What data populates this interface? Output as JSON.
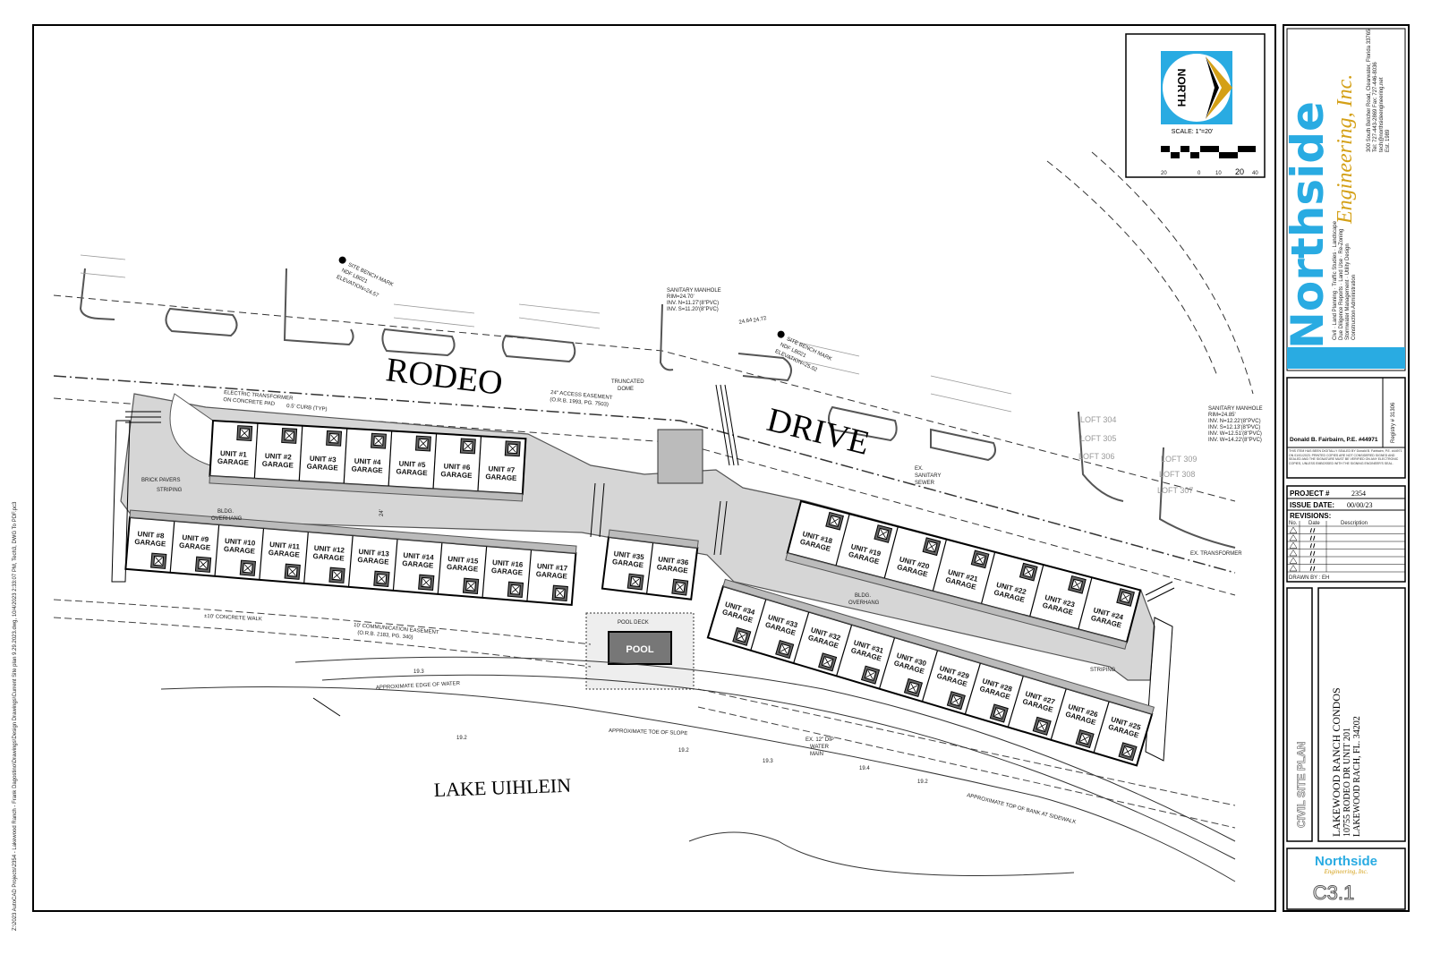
{
  "sheet": {
    "street_name_1": "RODEO",
    "street_name_2": "DRIVE",
    "lake_label": "LAKE UIHLEIN",
    "pool_label": "POOL",
    "pool_deck_label": "POOL DECK",
    "file_path": "Z:\\2023 AutoCAD Projects\\2354 - Lakewood Ranch - Frank Dagostino\\Drawings\\Design Drawings\\Current Site plan 9.29.2023.dwg, 10/4/2023 2:33:07 PM, Tech3, DWG To PDF.pc3"
  },
  "north_block": {
    "north_text": "NORTH",
    "scale_text": "SCALE: 1\"=20'",
    "scale_ticks": [
      "20",
      "0",
      "10",
      "20",
      "40"
    ],
    "colors": {
      "box": "#29abe2",
      "arrow": "#d4a017"
    }
  },
  "notes": {
    "benchmark_1": [
      "SITE BENCH MARK",
      "NDF LB021",
      "ELEVATION=24.57"
    ],
    "benchmark_2": [
      "SITE BENCH MARK",
      "NDF LB021",
      "ELEVATION=25.02"
    ],
    "manhole_1": [
      "SANITARY MANHOLE",
      "RIM=24.70'",
      "INV. N=11.27'(8\"PVC)",
      "INV. S=11.20'(8\"PVC)"
    ],
    "manhole_2": [
      "SANITARY MANHOLE",
      "RIM=24.85'",
      "INV. N=12.22'(8\"PVC)",
      "INV. S=12.13'(8\"PVC)",
      "INV. W=12.51'(8\"PVC)",
      "INV. W=14.22'(8\"PVC)"
    ],
    "elev_1": "24.64",
    "elev_2": "24.72",
    "access_easement": [
      "24\" ACCESS EASEMENT",
      "(O.R.B. 1993, PG. 7503)"
    ],
    "transformer": [
      "ELECTRIC TRANSFORMER",
      "ON CONCRETE PAD"
    ],
    "curb": "0.5' CURB    (TYP)",
    "truncated_dome": [
      "TRUNCATED",
      "DOME"
    ],
    "striping": "STRIPING",
    "overhang": [
      "BLDG.",
      "OVERHANG"
    ],
    "brick_pavers": "BRICK PAVERS",
    "concrete_walk": "±10' CONCRETE WALK",
    "comm_easement": [
      "10' COMMUNICATION EASEMENT",
      "(O.R.B. 2183, PG. 340)"
    ],
    "edge_of_water": "APPROXIMATE EDGE OF WATER",
    "toe_of_slope": "APPROXIMATE TOE OF SLOPE",
    "top_of_bank": "APPROXIMATE TOP OF BANK AT SIDEWALK",
    "water_main": [
      "EX. 12\" DIP",
      "WATER",
      "MAIN"
    ],
    "ex_sewer": [
      "EX.",
      "SANITARY",
      "SEWER"
    ],
    "ex_transformer": "EX. TRANSFORMER",
    "lake_elevs": [
      "19.3",
      "19.2",
      "19.2",
      "19.3",
      "19.4",
      "19.2"
    ],
    "road_width": "24'",
    "lofts": [
      "LOFT 304",
      "LOFT 305",
      "LOFT 306",
      "LOFT 309",
      "LOFT 308",
      "LOFT 307"
    ]
  },
  "buildings": {
    "garage_label": "GARAGE",
    "block_a": [
      "UNIT #1",
      "UNIT #2",
      "UNIT #3",
      "UNIT #4",
      "UNIT #5",
      "UNIT #6",
      "UNIT #7"
    ],
    "block_b": [
      "UNIT #8",
      "UNIT #9",
      "UNIT #10",
      "UNIT #11",
      "UNIT #12",
      "UNIT #13",
      "UNIT #14",
      "UNIT #15",
      "UNIT #16",
      "UNIT #17"
    ],
    "block_c": [
      "UNIT #35",
      "UNIT #36"
    ],
    "block_d": [
      "UNIT #18",
      "UNIT #19",
      "UNIT #20",
      "UNIT #21",
      "UNIT #22",
      "UNIT #23",
      "UNIT #24"
    ],
    "block_e": [
      "UNIT #34",
      "UNIT #33",
      "UNIT #32",
      "UNIT #31",
      "UNIT #30",
      "UNIT #29",
      "UNIT #28",
      "UNIT #27",
      "UNIT #26",
      "UNIT #25"
    ]
  },
  "title_block": {
    "company": "Northside",
    "company_script": "Engineering, Inc.",
    "address": "300 South Belcher Road, Clearwater, Florida 33765",
    "phone": "Tel: 727-443-2869  Fax: 727-446-8036",
    "email": "tech@northsideengineering.net",
    "established": "Est. 1989",
    "services": [
      "Civil · Land Planning · Traffic Studies · Landscape",
      "Due Diligence Reports · Land Use · Re-Zoning",
      "Stormwater Management · Utility Design",
      "Construction Administration"
    ],
    "registry": "Registry # 31306",
    "engineer": "Donald B. Fairbairn, P.E. #44971",
    "seal_note": "THIS ITEM HAS BEEN DIGITALLY SEALED BY Donald B. Fairbairn, P.E. #44971 ON 01/01/2023. PRINTED COPIES ARE NOT CONSIDERED SIGNED AND SEALED AND THE SIGNATURE MUST BE VERIFIED ON ANY ELECTRONIC COPIES, UNLESS EMBOSSED WITH THE SIGNING ENGINEER'S SEAL.",
    "project_label": "PROJECT #",
    "project_value": "2354",
    "issue_label": "ISSUE DATE:",
    "issue_value": "00/00/23",
    "revisions_label": "REVISIONS:",
    "rev_headers": [
      "No.",
      "Date",
      "Description"
    ],
    "rev_date_placeholder": "/  /",
    "drawn_by": "DRAWN BY : EH",
    "sheet_title": "CIVIL SITE PLAN",
    "project_name": "LAKEWOOD RANCH CONDOS",
    "project_address_1": "10755 RODEO DR UNIT 201",
    "project_address_2": "LAKEWOOD RACH, FL. 34202",
    "sheet_number": "C3.1",
    "brand_color": "#29abe2",
    "script_color": "#d4a017"
  }
}
